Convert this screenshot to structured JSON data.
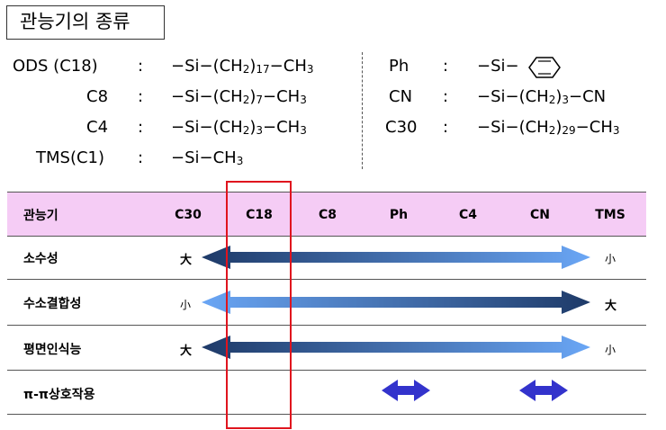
{
  "title": "관능기의 종류",
  "formulas_left": [
    {
      "name": "ODS (C18)",
      "colon": ":",
      "struct": "−Si−(CH<sub>2</sub>)<sub>17</sub>−CH<sub>3</sub>"
    },
    {
      "name": "C8",
      "colon": ":",
      "struct": "−Si−(CH<sub>2</sub>)<sub>7</sub>−CH<sub>3</sub>"
    },
    {
      "name": "C4",
      "colon": ":",
      "struct": "−Si−(CH<sub>2</sub>)<sub>3</sub>−CH<sub>3</sub>"
    },
    {
      "name": "TMS(C1)",
      "colon": ":",
      "struct": "−Si−CH<sub>3</sub>"
    }
  ],
  "formulas_right": [
    {
      "name": "Ph",
      "colon": ":",
      "struct": "−Si−"
    },
    {
      "name": "CN",
      "colon": ":",
      "struct": "−Si−(CH<sub>2</sub>)<sub>3</sub>−CN"
    },
    {
      "name": "C30",
      "colon": ":",
      "struct": "−Si−(CH<sub>2</sub>)<sub>29</sub>−CH<sub>3</sub>"
    }
  ],
  "table": {
    "header_label": "관능기",
    "columns": [
      "C30",
      "C18",
      "C8",
      "Ph",
      "C4",
      "CN",
      "TMS"
    ],
    "rows": [
      {
        "label": "소수성",
        "left": "大",
        "right": "小",
        "direction": "dark-left"
      },
      {
        "label": "수소결합성",
        "left": "小",
        "right": "大",
        "direction": "dark-right"
      },
      {
        "label": "평면인식능",
        "left": "大",
        "right": "小",
        "direction": "dark-left"
      },
      {
        "label": "π-π상호작용",
        "left": "",
        "right": "",
        "direction": "none"
      }
    ],
    "highlighted_column": "C18"
  },
  "colors": {
    "header_bg": "#f5ccf5",
    "arrow_dark": "#1e3a68",
    "arrow_light": "#6aa6f5",
    "double_arrow": "#3333cc",
    "highlight_border": "#e0141e"
  }
}
